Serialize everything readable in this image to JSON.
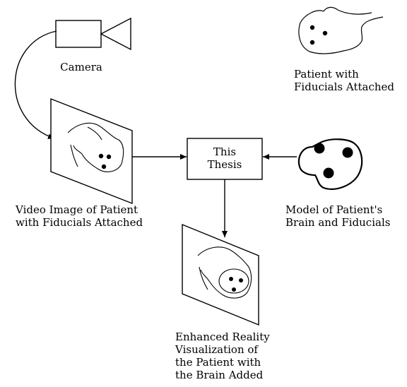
{
  "diagram": {
    "camera_label": "Camera",
    "patient_label": [
      "Patient with",
      "Fiducials Attached"
    ],
    "video_label": [
      "Video Image of Patient",
      "with Fiducials Attached"
    ],
    "process_label": [
      "This",
      "Thesis"
    ],
    "model_label": [
      "Model of Patient's",
      "Brain and Fiducials"
    ],
    "result_label": [
      "Enhanced Reality",
      "Visualization of",
      "the Patient with",
      "the Brain Added"
    ]
  },
  "icons": [
    "camera-icon",
    "patient-head-icon",
    "brain-model-icon",
    "video-frame",
    "result-frame"
  ],
  "colors": {
    "ink": "#000000",
    "background": "#ffffff"
  }
}
